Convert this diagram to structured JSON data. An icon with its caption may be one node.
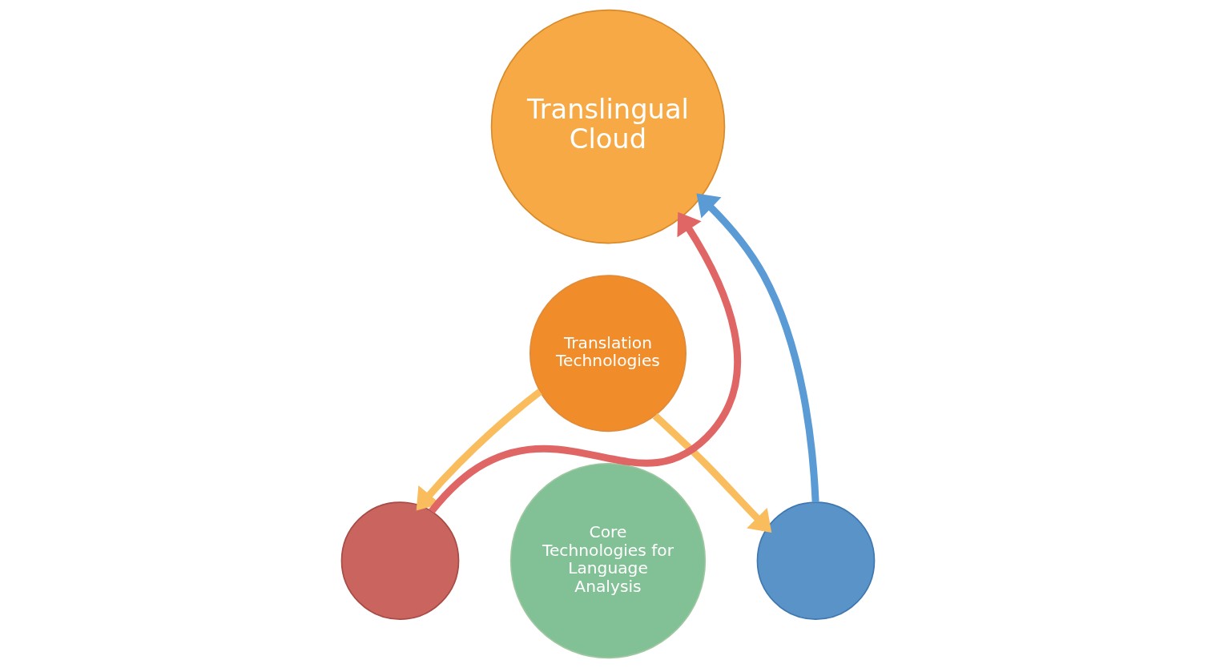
{
  "diagram": {
    "nodes": [
      {
        "text": [
          "Translingual Cloud"
        ]
      },
      {
        "text": [
          "Translation Technologies"
        ]
      },
      {
        "text": [
          "Core Technologies for Language Analysis"
        ]
      },
      {
        "text": [],
        "shape": "circle"
      },
      {
        "text": [],
        "shape": "circle"
      }
    ],
    "edges": [
      {
        "from": 3,
        "to": 0,
        "arrow": "to",
        "color": "#e06666"
      },
      {
        "from": 1,
        "to": 3,
        "arrow": "to"
      },
      {
        "from": 1,
        "to": 4,
        "arrow": "to"
      },
      {
        "from": 4,
        "to": 0,
        "arrow": "to",
        "color": "#5b9bd5"
      }
    ]
  }
}
